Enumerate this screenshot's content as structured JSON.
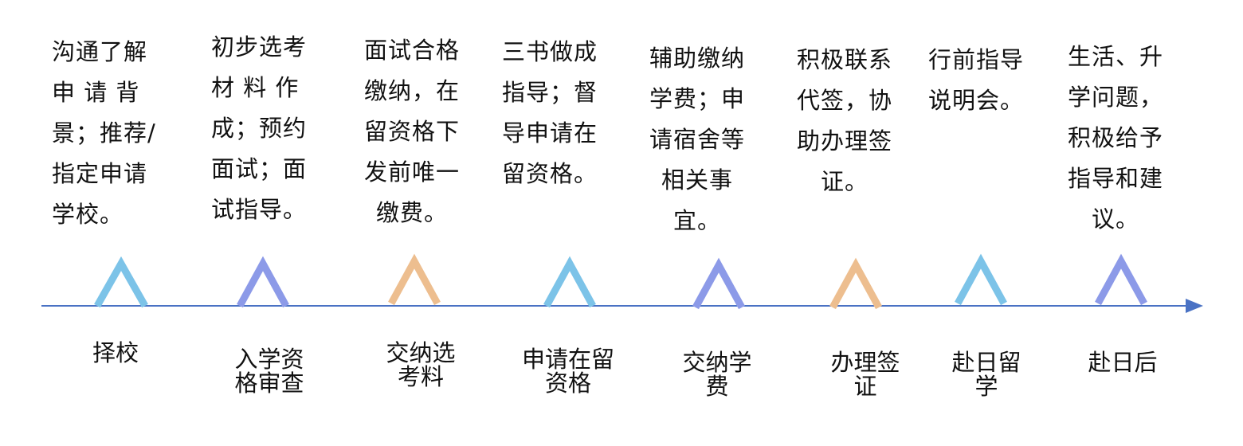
{
  "colors": {
    "axis": "#4A72C4",
    "sky": "#7CC3E8",
    "violet": "#8C9AE8",
    "peach": "#EDBE8F"
  },
  "steps": [
    {
      "description": "沟通了解\n申 请 背\n景；推荐/\n指定申请\n学校。",
      "label": "择校",
      "marker_color": "sky"
    },
    {
      "description": "初步选考\n材 料 作\n成；预约\n面试；面\n试指导。",
      "label": "入学资\n格审查",
      "marker_color": "violet"
    },
    {
      "description": "面试合格\n缴纳，在\n留资格下\n发前唯一\n缴费。",
      "label": "交纳选\n考料",
      "marker_color": "peach"
    },
    {
      "description": "三书做成\n指导；督\n导申请在\n留资格。",
      "label": "申请在留\n资格",
      "marker_color": "sky"
    },
    {
      "description": "辅助缴纳\n学费；申\n请宿舍等\n相关事\n宜。",
      "label": "交纳学\n费",
      "marker_color": "violet"
    },
    {
      "description": "积极联系\n代签，协\n助办理签\n证。",
      "label": "办理签\n证",
      "marker_color": "peach"
    },
    {
      "description": "行前指导\n说明会。",
      "label": "赴日留\n学",
      "marker_color": "sky"
    },
    {
      "description": "生活、升\n学问题，\n积极给予\n指导和建\n议。",
      "label": "赴日后",
      "marker_color": "violet"
    }
  ]
}
